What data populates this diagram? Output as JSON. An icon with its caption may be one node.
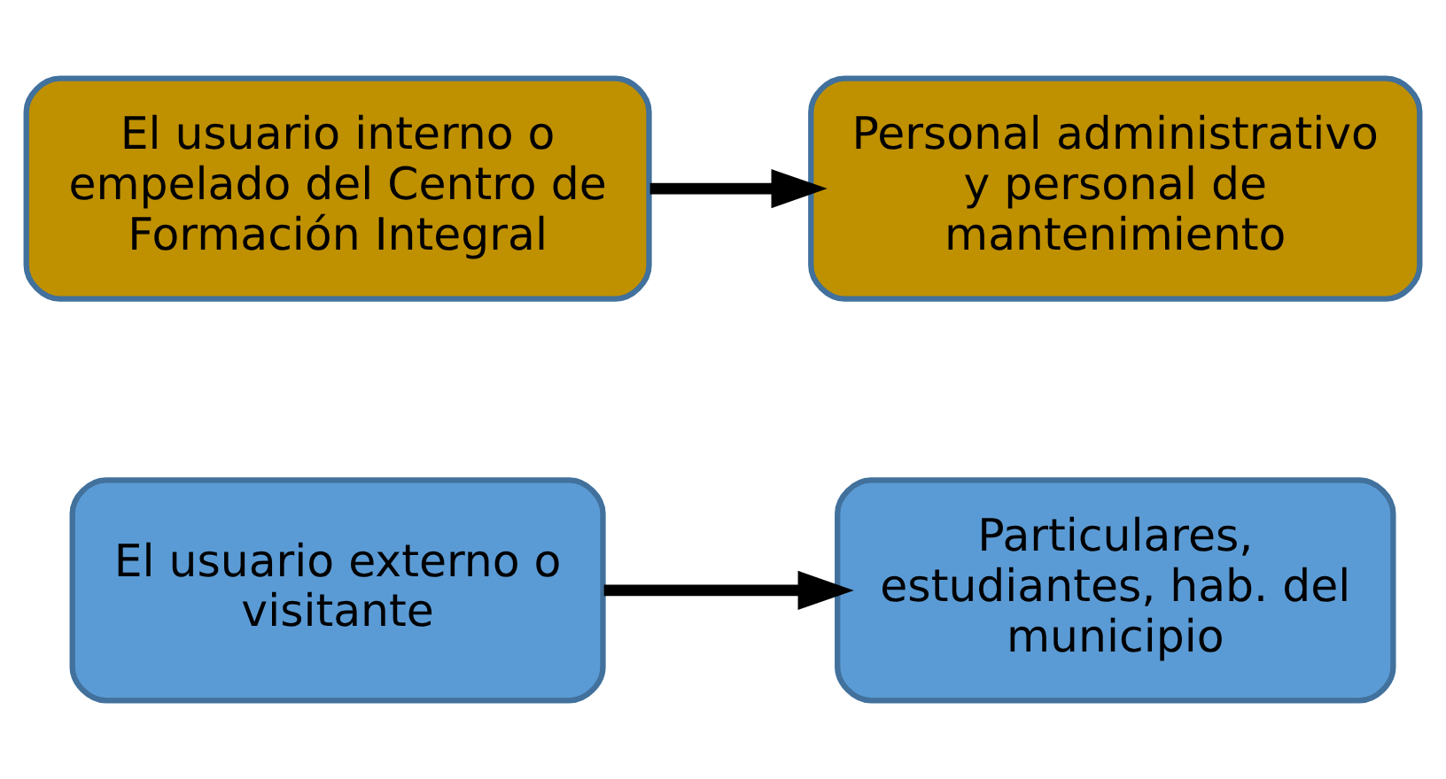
{
  "diagram": {
    "nodes": [
      {
        "text": [
          "El usuario interno o empelado del Centro de Formación Integral"
        ]
      },
      {
        "text": [
          "Personal administrativo y personal de mantenimiento"
        ]
      },
      {
        "text": [
          "El usuario externo o visitante"
        ]
      },
      {
        "text": [
          "Particulares, estudiantes, hab. del municipio"
        ]
      }
    ],
    "edges": [
      {
        "from": 0,
        "to": 1,
        "arrow": "to"
      },
      {
        "from": 2,
        "to": 3,
        "arrow": "to"
      }
    ]
  }
}
